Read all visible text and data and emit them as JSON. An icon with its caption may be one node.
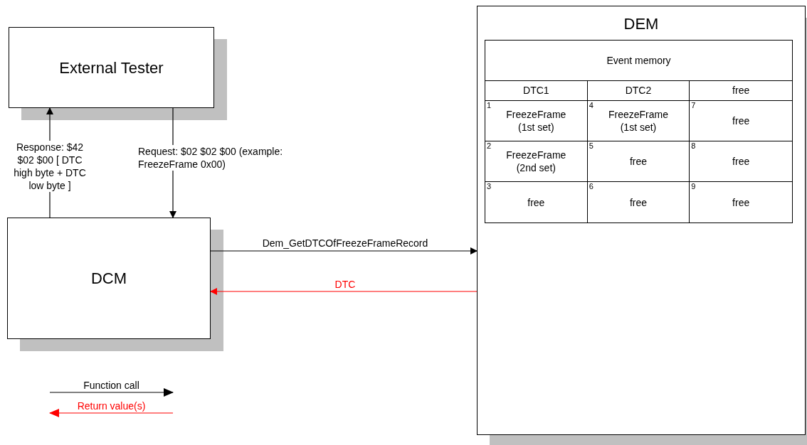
{
  "diagram": {
    "nodes": [
      {
        "text": [
          "External Tester"
        ]
      },
      {
        "text": [
          "DCM"
        ]
      },
      {
        "text": [
          "DEM"
        ]
      },
      {
        "text": [
          "Event memory"
        ],
        "in": 2
      }
    ],
    "edges": [
      {
        "from": 1,
        "to": 0,
        "arrow": "to",
        "label": "Response: $42 $02 $00 [ DTC high byte + DTC low byte ]"
      },
      {
        "from": 0,
        "to": 1,
        "arrow": "to",
        "label": "Request: $02 $02 $00 (example: FreezeFrame 0x00)"
      },
      {
        "from": 1,
        "to": 2,
        "arrow": "to",
        "label": "Dem_GetDTCOfFreezeFrameRecord"
      },
      {
        "from": 2,
        "to": 1,
        "arrow": "to",
        "label": "DTC",
        "color": "#ff0000"
      }
    ],
    "labels": [
      "DTC1",
      "DTC2",
      "free",
      "1",
      "FreezeFrame (1st set)",
      "4",
      "FreezeFrame (1st set)",
      "7",
      "free",
      "2",
      "FreezeFrame (2nd set)",
      "5",
      "free",
      "8",
      "free",
      "3",
      "free",
      "6",
      "free",
      "9",
      "free"
    ],
    "legend": [
      {
        "text": "Function call"
      },
      {
        "text": "Return value(s)"
      }
    ]
  }
}
